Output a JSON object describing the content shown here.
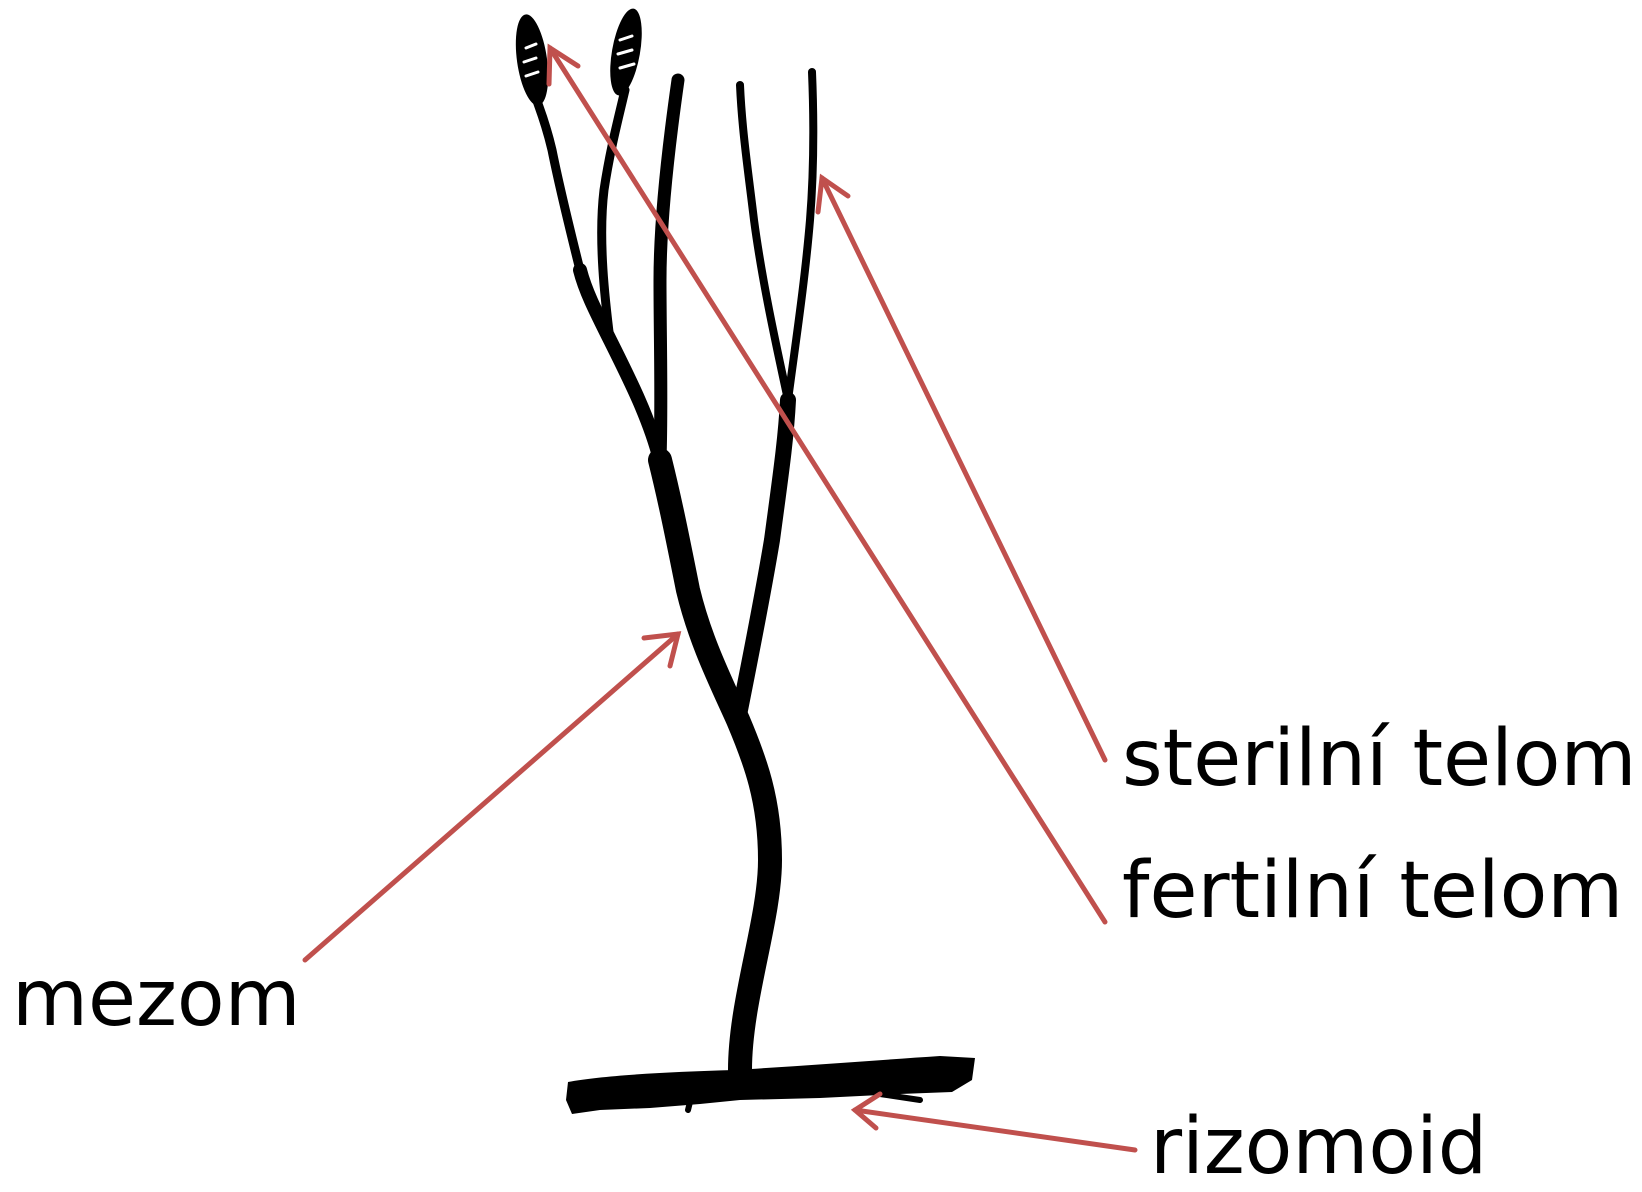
{
  "labels": {
    "sterile_telome": "sterilní telom",
    "fertile_telome": "fertilní telom",
    "mesome": "mezom",
    "rhizomoid": "rizomoid"
  },
  "colors": {
    "plant": "#000000",
    "arrow": "#c0504d",
    "background": "#ffffff",
    "text": "#000000"
  }
}
